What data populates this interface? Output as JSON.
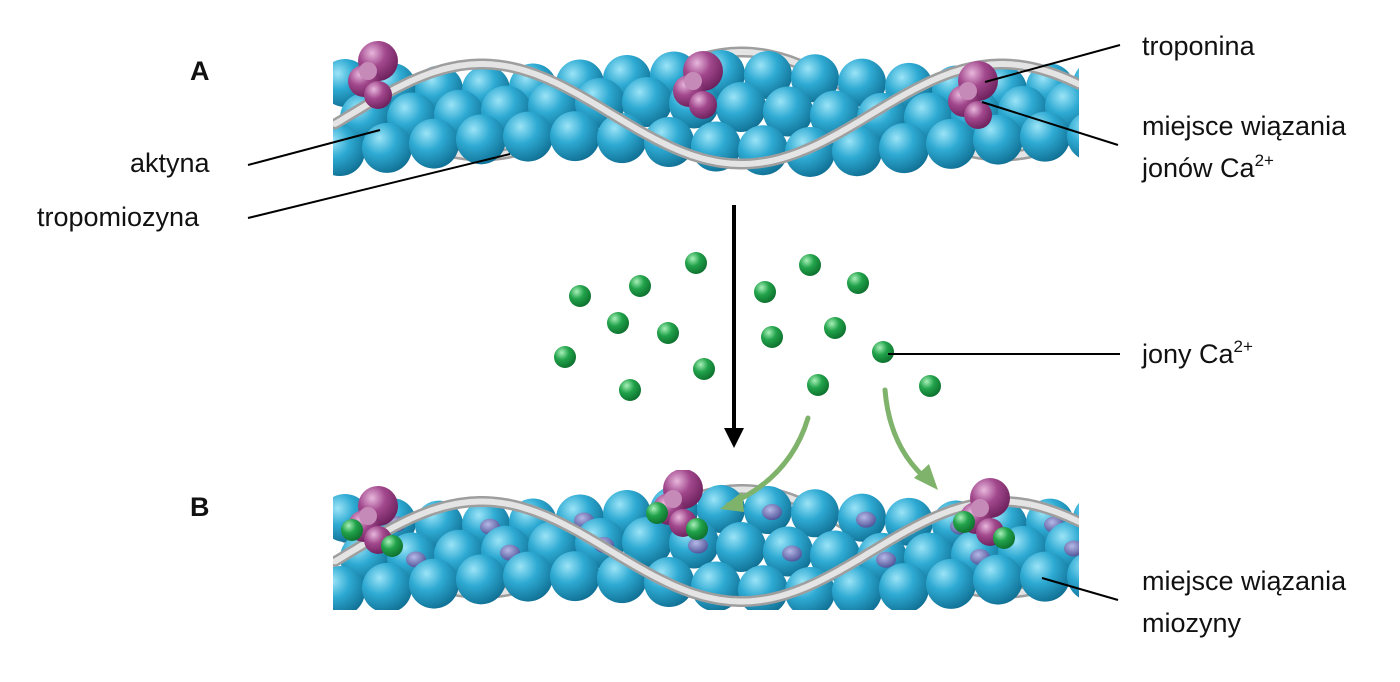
{
  "panels": {
    "a": "A",
    "b": "B"
  },
  "labels": {
    "aktyna": "aktyna",
    "tropomiozyna": "tropomiozyna",
    "troponina": "troponina",
    "ca_site_line1": "miejsce wiązania",
    "ca_site_line2": "jonów Ca",
    "ca_ions": "jony Ca",
    "ca_superscript": "2+",
    "myosin_site_line1": "miejsce wiązania",
    "myosin_site_line2": "miozyny"
  },
  "colors": {
    "actin": "#29a6cf",
    "actin_dark": "#157a9e",
    "troponin": "#9b3f86",
    "tropomyosin": "#c9c9c9",
    "calcium": "#1f9a45",
    "myosin_site": "#6a6fb0",
    "flow_arrow": "#7fb36b",
    "main_arrow": "#000000"
  },
  "icons": {
    "actin_monomer": "blue-sphere",
    "troponin_complex": "purple-sphere-cluster",
    "calcium_ion": "green-sphere",
    "tropomyosin_strand": "twisted-ribbon"
  }
}
